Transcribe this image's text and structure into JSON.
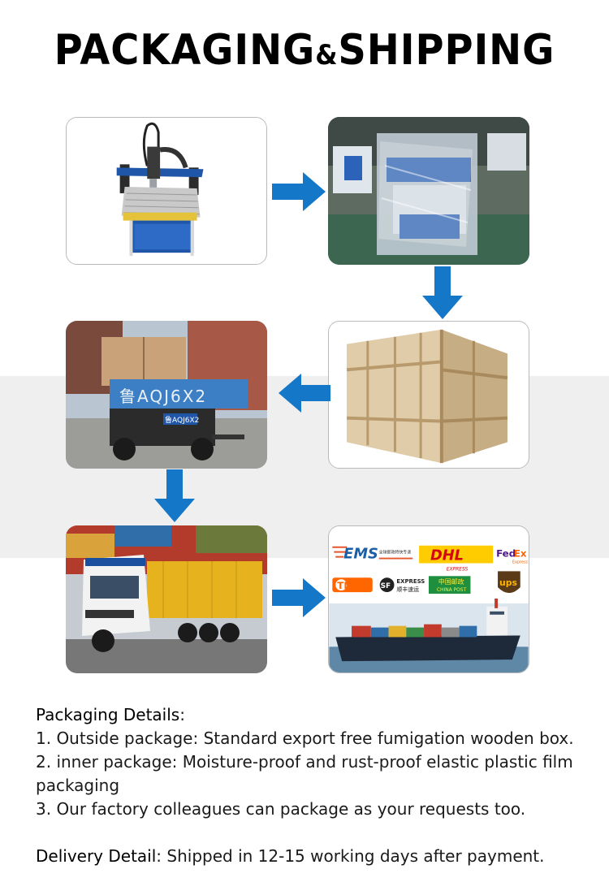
{
  "title": {
    "main": "PACKAGING",
    "amp": "&",
    "rest": "SHIPPING"
  },
  "logos": {
    "ems": "EMS",
    "ems_sub": "全球邮政特快专递",
    "dhl": "DHL",
    "dhl_sub": "EXPRESS",
    "fedex_a": "Fed",
    "fedex_b": "Ex",
    "fedex_sub": "Express",
    "tnt": "TNT",
    "sf": "SF",
    "sf_name": "EXPRESS",
    "sf_cn": "顺丰速运",
    "china_post_cn": "中国邮政",
    "china_post_en": "CHINA POST",
    "ups": "ups"
  },
  "truck_plate": {
    "side": "鲁AQJ6X2",
    "rear": "鲁AQJ6X2"
  },
  "details": {
    "packaging_label": "Packaging Details",
    "packaging_colon": ":",
    "line1": "1. Outside package: Standard export free fumigation wooden box.",
    "line2": "2. inner package: Moisture-proof and rust-proof elastic plastic film packaging",
    "line3": "3. Our factory colleagues can package as your requests too.",
    "delivery_label": "Delivery Detail",
    "delivery_text": ": Shipped in 12-15 working days after payment."
  },
  "colors": {
    "arrow": "#1477c7",
    "band": "#efefef",
    "machine_blue": "#1f56a8"
  }
}
